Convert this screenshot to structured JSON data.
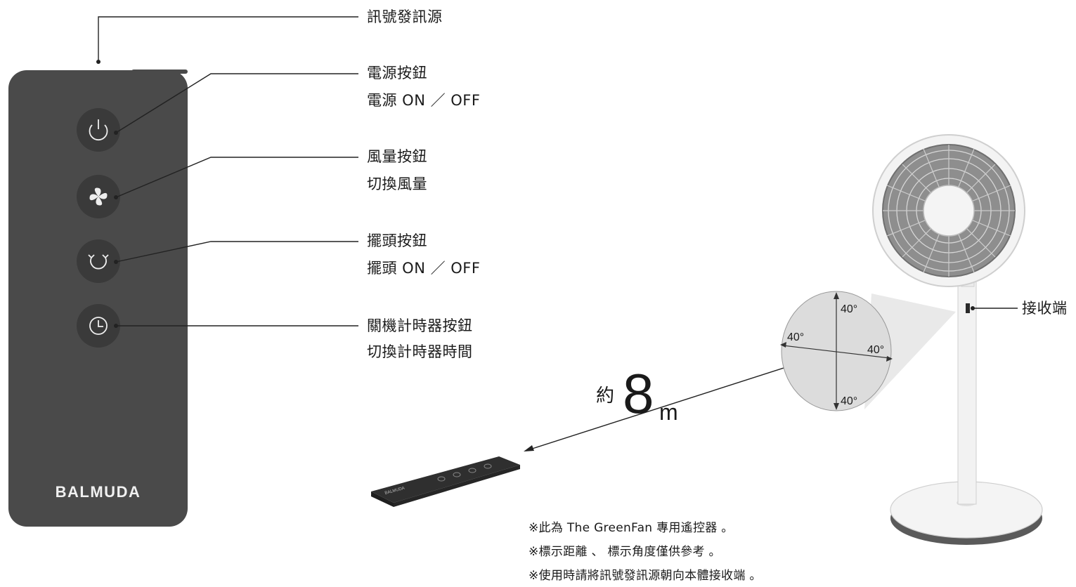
{
  "callouts": {
    "signal_source": "訊號發訊源",
    "power_title": "電源按鈕",
    "power_desc": "電源 ON ／ OFF",
    "fan_title": "風量按鈕",
    "fan_desc": "切換風量",
    "swing_title": "擺頭按鈕",
    "swing_desc": "擺頭 ON ／ OFF",
    "timer_title": "關機計時器按鈕",
    "timer_desc": "切換計時器時間",
    "receiver": "接收端"
  },
  "remote": {
    "brand": "BALMUDA",
    "color": "#4a4a4a",
    "button_color": "#3a3a3a",
    "buttons": [
      "power-icon",
      "fan-icon",
      "swing-icon",
      "clock-icon"
    ]
  },
  "range": {
    "prefix": "約",
    "value": "8",
    "unit": "m",
    "angle_top": "40°",
    "angle_left": "40°",
    "angle_right": "40°",
    "angle_bottom": "40°"
  },
  "notes": [
    "※此為 The GreenFan 專用遙控器 。",
    "※標示距離 、 標示角度僅供參考 。",
    "※使用時請將訊號發訊源朝向本體接收端 。"
  ]
}
